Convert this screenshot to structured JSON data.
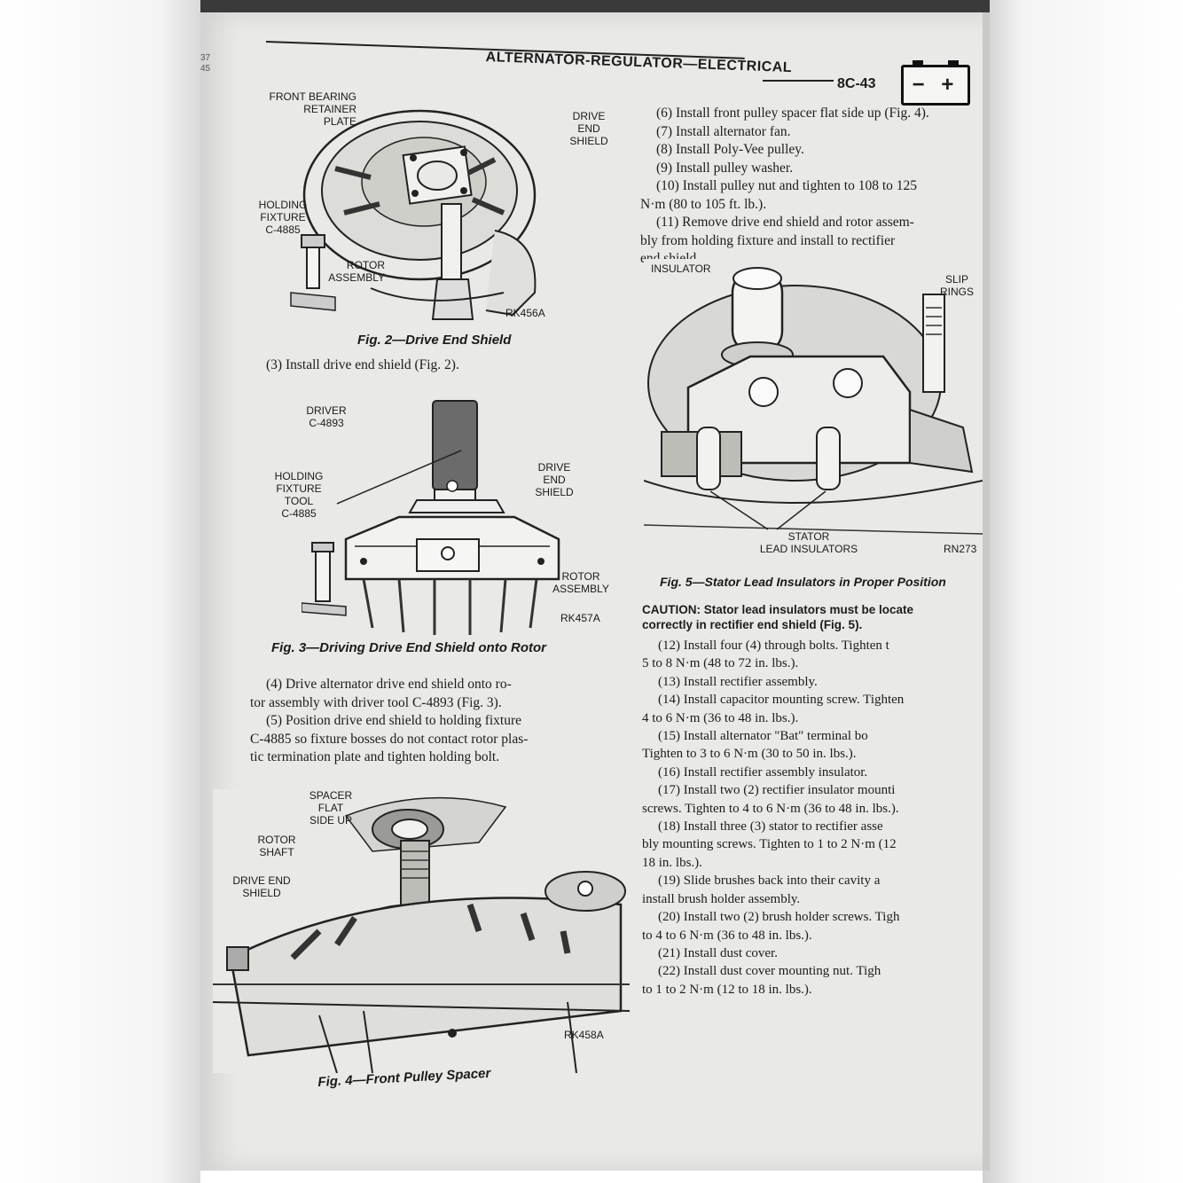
{
  "header": {
    "binding_numbers": "37\n45",
    "title": "ALTERNATOR-REGULATOR—ELECTRICAL",
    "page_number": "8C-43",
    "battery_icon_text": "− +"
  },
  "fig2": {
    "labels": {
      "front_bearing": "FRONT BEARING\nRETAINER\nPLATE",
      "drive_end_shield": "DRIVE\nEND\nSHIELD",
      "holding_fixture": "HOLDING\nFIXTURE\nC-4885",
      "rotor_assembly": "ROTOR\nASSEMBLY"
    },
    "code": "RK456A",
    "caption": "Fig. 2—Drive End Shield"
  },
  "left_steps": {
    "step3": "(3) Install drive end shield (Fig. 2).",
    "step4_l1": "(4) Drive alternator drive end shield onto ro-",
    "step4_l2": "tor assembly with driver tool C-4893 (Fig. 3).",
    "step5_l1": "(5) Position drive end shield to holding fixture",
    "step5_l2": "C-4885 so fixture bosses do not contact rotor plas-",
    "step5_l3": "tic termination plate and tighten holding bolt."
  },
  "fig3": {
    "labels": {
      "driver": "DRIVER\nC-4893",
      "holding_fixture_tool": "HOLDING\nFIXTURE\nTOOL\nC-4885",
      "drive_end_shield": "DRIVE\nEND\nSHIELD",
      "rotor_assembly": "ROTOR\nASSEMBLY"
    },
    "code": "RK457A",
    "caption": "Fig. 3—Driving Drive End Shield onto Rotor"
  },
  "fig4": {
    "labels": {
      "spacer": "SPACER\nFLAT\nSIDE UP",
      "rotor_shaft": "ROTOR\nSHAFT",
      "drive_end_shield": "DRIVE END\nSHIELD"
    },
    "code": "RK458A",
    "caption": "Fig. 4—Front Pulley Spacer"
  },
  "right_steps": {
    "s6": "(6) Install front pulley spacer flat side up (Fig. 4).",
    "s7": "(7) Install alternator fan.",
    "s8": "(8) Install Poly-Vee pulley.",
    "s9": "(9) Install pulley washer.",
    "s10_l1": "(10) Install pulley nut and tighten to 108 to 125",
    "s10_l2": "N·m (80 to 105 ft. lb.).",
    "s11_l1": "(11) Remove drive end shield and rotor assem-",
    "s11_l2": "bly from holding fixture and install to rectifier",
    "s11_l3": "end shield."
  },
  "fig5": {
    "labels": {
      "insulator": "INSULATOR",
      "slip_rings": "SLIP\nRINGS",
      "stator_lead": "STATOR\nLEAD INSULATORS"
    },
    "code": "RN273",
    "caption": "Fig. 5—Stator Lead Insulators in Proper Position"
  },
  "caution": {
    "l1": "CAUTION: Stator lead insulators must be locate",
    "l2": "correctly in rectifier end shield (Fig. 5)."
  },
  "right_steps2": {
    "s12_l1": "(12) Install four (4) through bolts. Tighten t",
    "s12_l2": "5 to 8 N·m (48 to 72 in. lbs.).",
    "s13": "(13) Install rectifier assembly.",
    "s14_l1": "(14) Install capacitor mounting screw. Tighten",
    "s14_l2": "4 to 6 N·m (36 to 48 in. lbs.).",
    "s15_l1": "(15) Install alternator \"Bat\" terminal bo",
    "s15_l2": "Tighten to 3 to 6 N·m (30 to 50 in. lbs.).",
    "s16": "(16) Install rectifier assembly insulator.",
    "s17_l1": "(17) Install two (2) rectifier insulator mounti",
    "s17_l2": "screws. Tighten to 4 to 6 N·m (36 to 48 in. lbs.).",
    "s18_l1": "(18) Install three (3) stator to rectifier asse",
    "s18_l2": "bly mounting screws. Tighten to 1 to 2 N·m (12",
    "s18_l3": "18 in. lbs.).",
    "s19_l1": "(19) Slide brushes back into their cavity a",
    "s19_l2": "install brush holder assembly.",
    "s20_l1": "(20) Install two (2) brush holder screws. Tigh",
    "s20_l2": "to 4 to 6 N·m (36 to 48 in. lbs.).",
    "s21": "(21) Install dust cover.",
    "s22_l1": "(22) Install dust cover mounting nut. Tigh",
    "s22_l2": "to 1 to 2 N·m (12 to 18 in. lbs.)."
  }
}
